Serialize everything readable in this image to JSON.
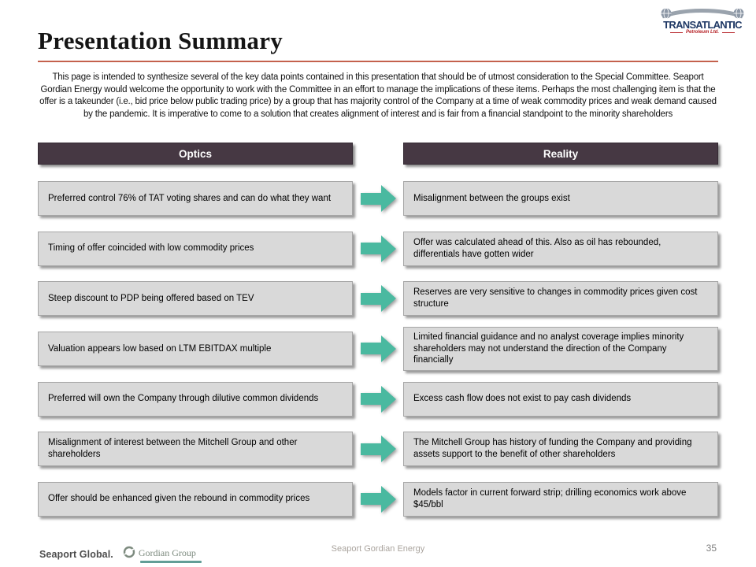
{
  "slide": {
    "title": "Presentation Summary",
    "intro": "This page is intended to synthesize several of the key data points contained in this presentation that should be of utmost consideration to the Special Committee. Seaport Gordian Energy would welcome the opportunity to work with the Committee in an effort to manage the implications of these items. Perhaps the most challenging item is that the offer is a takeunder (i.e., bid price below public trading price) by a group that has majority control of the Company at a time of weak commodity prices and weak demand caused by the pandemic. It is imperative to come to a solution that creates alignment of interest and is fair from a financial standpoint to the minority shareholders",
    "page_number": "35",
    "footer_center": "Seaport Gordian Energy"
  },
  "logo": {
    "name": "TRANSATLANTIC",
    "subtext": "Petroleum Ltd."
  },
  "columns": {
    "left_header": "Optics",
    "right_header": "Reality"
  },
  "rows": [
    {
      "optics": "Preferred control 76% of TAT voting shares and can do what they want",
      "reality": "Misalignment between the groups exist"
    },
    {
      "optics": "Timing of offer coincided with low commodity prices",
      "reality": "Offer was calculated ahead of this. Also as oil has rebounded, differentials have gotten wider"
    },
    {
      "optics": "Steep discount to PDP being offered based on TEV",
      "reality": "Reserves are very sensitive to changes in commodity prices given cost structure"
    },
    {
      "optics": "Valuation appears low based on LTM EBITDAX multiple",
      "reality": "Limited financial guidance and no analyst coverage implies minority shareholders may not understand the direction of the Company financially"
    },
    {
      "optics": "Preferred will own the Company through dilutive common dividends",
      "reality": "Excess cash flow does not exist to pay cash dividends"
    },
    {
      "optics": "Misalignment of interest between the Mitchell Group and other shareholders",
      "reality": "The Mitchell Group has history of funding the Company and providing assets support to the benefit of other shareholders"
    },
    {
      "optics": "Offer should be enhanced given the rebound in commodity prices",
      "reality": "Models factor in current forward strip; drilling economics work above $45/bbl"
    }
  ],
  "footer": {
    "seaport_global": "Seaport Global.",
    "gordian_group": "Gordian Group"
  },
  "colors": {
    "header_bg": "#463843",
    "arrow": "#4ab9a0",
    "box_bg": "#d9d9d9",
    "box_border": "#a6a6a6",
    "title_rule": "#c4614d",
    "logo_navy": "#1f3864",
    "logo_red": "#b52025"
  }
}
